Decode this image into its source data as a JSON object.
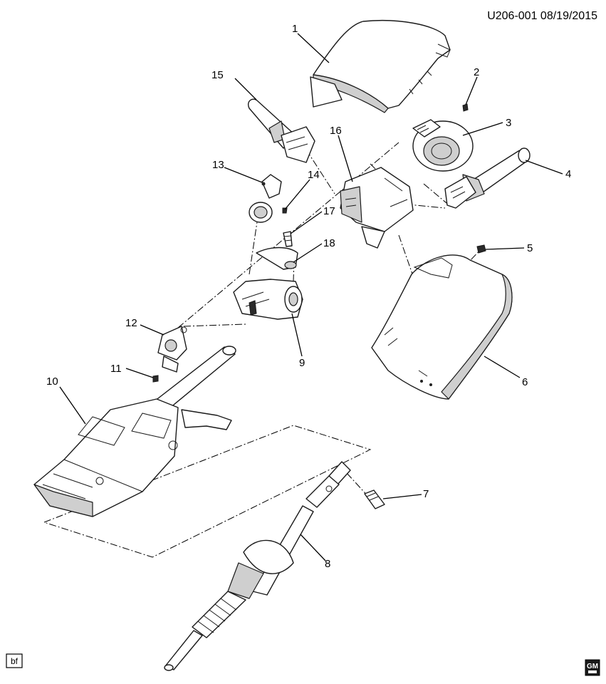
{
  "reference": "U206-001  08/19/2015",
  "corner_tag": "bf",
  "logo_text": "GM",
  "callouts": [
    {
      "id": "c1",
      "label": "1"
    },
    {
      "id": "c2",
      "label": "2"
    },
    {
      "id": "c3",
      "label": "3"
    },
    {
      "id": "c4",
      "label": "4"
    },
    {
      "id": "c5",
      "label": "5"
    },
    {
      "id": "c6",
      "label": "6"
    },
    {
      "id": "c7",
      "label": "7"
    },
    {
      "id": "c8",
      "label": "8"
    },
    {
      "id": "c9",
      "label": "9"
    },
    {
      "id": "c10",
      "label": "10"
    },
    {
      "id": "c11",
      "label": "11"
    },
    {
      "id": "c12",
      "label": "12"
    },
    {
      "id": "c13",
      "label": "13"
    },
    {
      "id": "c14",
      "label": "14"
    },
    {
      "id": "c15",
      "label": "15"
    },
    {
      "id": "c16",
      "label": "16"
    },
    {
      "id": "c17",
      "label": "17"
    },
    {
      "id": "c18",
      "label": "18"
    }
  ]
}
